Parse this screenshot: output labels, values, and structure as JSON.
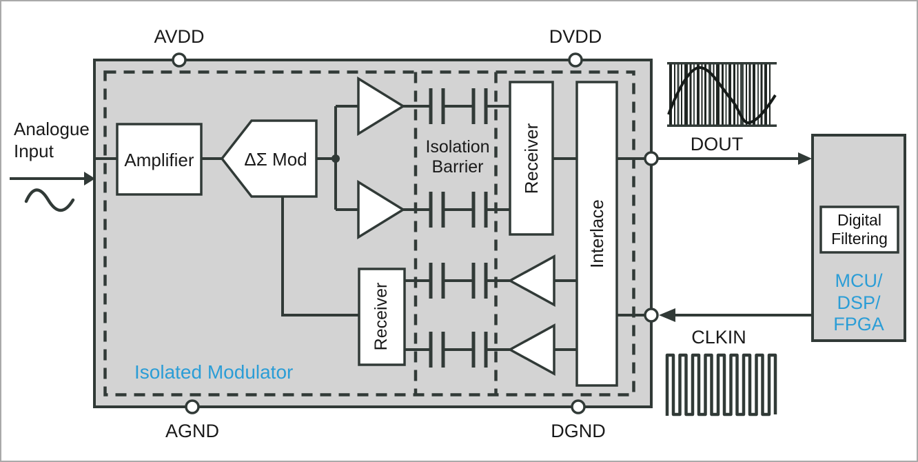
{
  "pins": {
    "avdd": "AVDD",
    "dvdd": "DVDD",
    "agnd": "AGND",
    "dgnd": "DGND"
  },
  "signals": {
    "dout": "DOUT",
    "clkin": "CLKIN"
  },
  "input": {
    "line1": "Analogue",
    "line2": "Input"
  },
  "blocks": {
    "amplifier": "Amplifier",
    "ds_mod": "ΔΣ Mod",
    "receiver_digital": "Receiver",
    "receiver_analog": "Receiver",
    "interlace": "Interlace",
    "isolation": {
      "line1": "Isolation",
      "line2": "Barrier"
    },
    "digital_filtering": {
      "line1": "Digital",
      "line2": "Filtering"
    },
    "mcu": {
      "line1": "MCU/",
      "line2": "DSP/",
      "line3": "FPGA"
    }
  },
  "captions": {
    "isolated_modulator": "Isolated Modulator"
  },
  "icons": {
    "analog_sine_icon": "∿",
    "pdm_waveform_icon": "▮▯▮ bitstream with sine overlay",
    "clock_waveform_icon": "⎍⎍ square wave"
  },
  "colors": {
    "accent_blue": "#2b9dd6",
    "line_dark": "#313a37",
    "block_fill": "#d3d3d3"
  }
}
